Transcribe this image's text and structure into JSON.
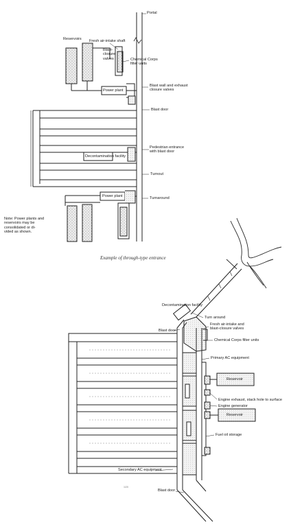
{
  "upper": {
    "labels": {
      "portal": "Portal",
      "reservoirs": "Reservoirs",
      "fresh_air_intake": "Fresh air-intake shaft",
      "blast_closure": "Blast-\nclosure\nvalves",
      "chemical_filter": "Chemical Corps\nfilter units",
      "power_plant_1": "Power plant",
      "blast_wall_exhaust": "Blast wall and exhaust\nclosure valves",
      "blast_door": "Blast door",
      "decontamination": "Decontamination facility",
      "pedestrian_entrance": "Pedestrian entrance\nwith blast door",
      "turnout": "Turnout",
      "power_plant_2": "Power plant",
      "turnaround": "Turnaround",
      "note": "Note: Power plants and\nreservoirs may be\nconsolidated or di-\nvided as shown."
    },
    "caption": "Example of through-type entrance"
  },
  "lower": {
    "labels": {
      "decontamination": "Decontamination facility",
      "turn_around": "Turn around",
      "blast_door_top": "Blast door",
      "fresh_air_intake": "Fresh air-intake and\nblast-closure valves",
      "chemical_filter": "Chemical Corps filter units",
      "primary_ac": "Primary AC equipment",
      "reservoir_1": "Reservoir",
      "engine_exhaust": "Engine exhaust, stack hole to surface",
      "engine_generator": "Engine generator",
      "reservoir_2": "Reservoir",
      "fuel_oil": "Fuel oil storage",
      "secondary_ac": "Secondary AC equipment",
      "blast_door_bottom": "Blast door"
    },
    "small_mark": "1/20"
  }
}
